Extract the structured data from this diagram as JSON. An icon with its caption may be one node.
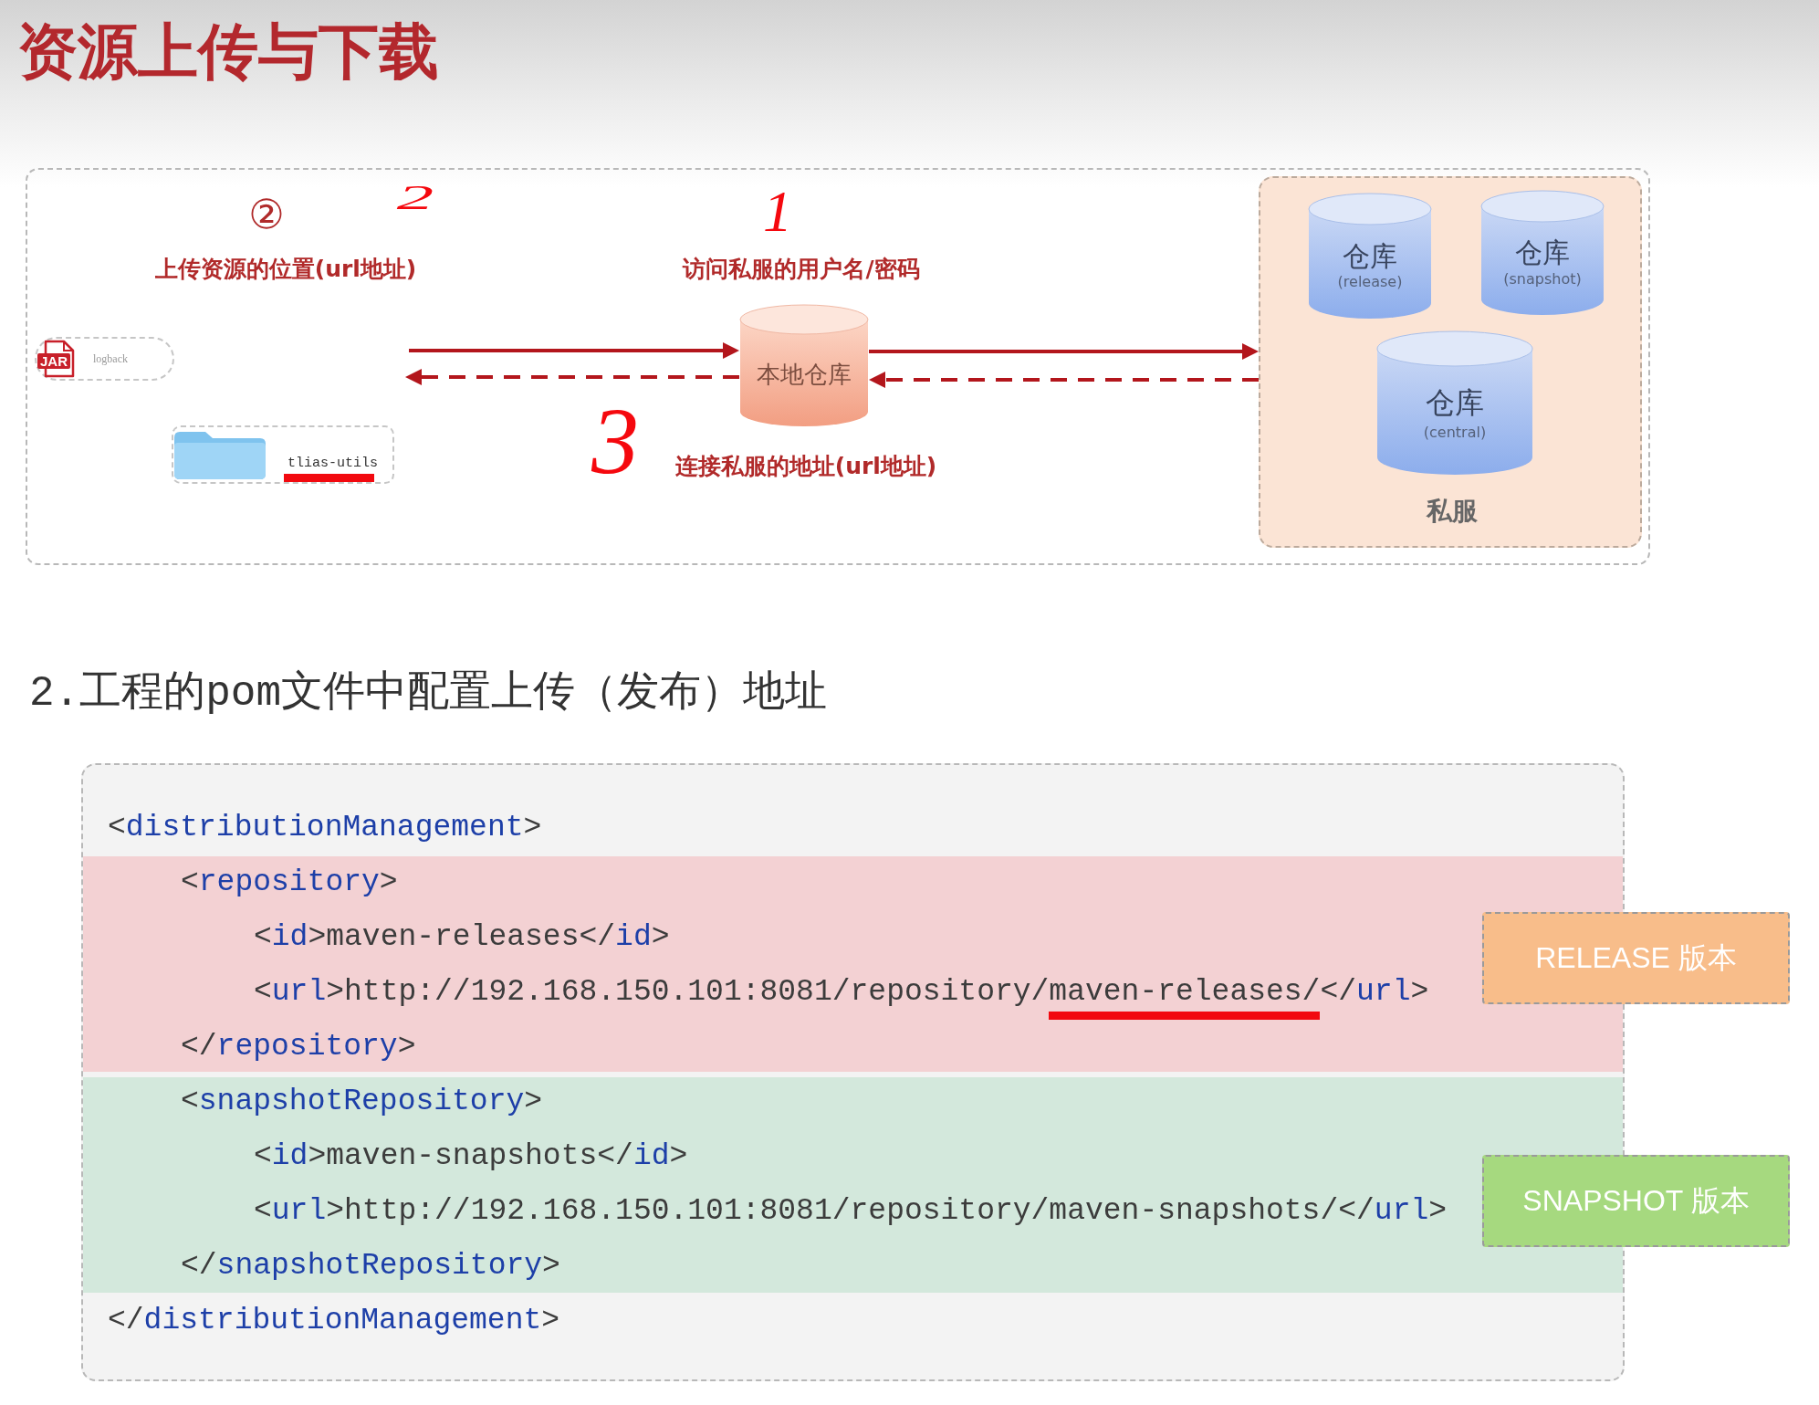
{
  "diagram": {
    "title": "资源上传与下载",
    "nodes": [
      {
        "text": [
          "JAR",
          "logback"
        ]
      },
      {
        "text": [
          "tlias-utils"
        ]
      },
      {
        "text": [
          "本地仓库"
        ]
      },
      {
        "text": [
          "私服"
        ]
      },
      {
        "text": [
          "仓库",
          "(release)"
        ],
        "in": 3
      },
      {
        "text": [
          "仓库",
          "(snapshot)"
        ],
        "in": 3
      },
      {
        "text": [
          "仓库",
          "(central)"
        ],
        "in": 3
      },
      {
        "text": [
          "<distributionManagement>",
          "</distributionManagement>"
        ]
      },
      {
        "text": [
          "<repository>",
          "<id>maven-releases</id>",
          "<url>http://192.168.150.101:8081/repository/maven-releases/</url>",
          "</repository>"
        ],
        "in": 7
      },
      {
        "text": [
          "<snapshotRepository>",
          "<id>maven-snapshots</id>",
          "<url>http://192.168.150.101:8081/repository/maven-snapshots/</url>",
          "</snapshotRepository>"
        ],
        "in": 7
      },
      {
        "text": [
          "RELEASE 版本"
        ]
      },
      {
        "text": [
          "SNAPSHOT 版本"
        ]
      }
    ],
    "edges": [
      {
        "from": null,
        "to": 2,
        "arrow": "to"
      },
      {
        "from": 2,
        "to": null,
        "arrow": "to",
        "style": "dashed"
      },
      {
        "from": 2,
        "to": 3,
        "arrow": "to"
      },
      {
        "from": 3,
        "to": 2,
        "arrow": "to",
        "style": "dashed"
      }
    ],
    "labels": [
      "②",
      "2",
      "1",
      "上传资源的位置(url地址)",
      "访问私服的用户名/密码",
      "3",
      "连接私服的地址(url地址)",
      "2.工程的pom文件中配置上传（发布）地址"
    ]
  }
}
